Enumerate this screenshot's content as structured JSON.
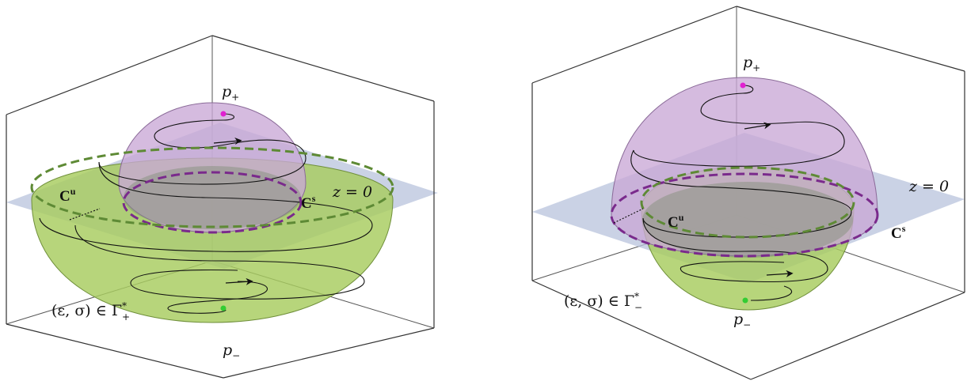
{
  "panels": [
    {
      "id": "left",
      "condition": {
        "main": "(ε, σ) ∈ Γ",
        "sup": "*",
        "sub": "+"
      },
      "labels": {
        "p_plus": {
          "base": "p",
          "sub": "+"
        },
        "p_minus": {
          "base": "p",
          "sub": "−"
        },
        "c_u": {
          "base": "C",
          "sup": "u"
        },
        "c_s": {
          "base": "C",
          "sup": "s"
        },
        "plane": "z = 0"
      }
    },
    {
      "id": "right",
      "condition": {
        "main": "(ε, σ) ∈ Γ",
        "sup": "*",
        "sub": "−"
      },
      "labels": {
        "p_plus": {
          "base": "p",
          "sub": "+"
        },
        "p_minus": {
          "base": "p",
          "sub": "−"
        },
        "c_u": {
          "base": "C",
          "sup": "u"
        },
        "c_s": {
          "base": "C",
          "sup": "s"
        },
        "plane": "z = 0"
      }
    }
  ],
  "colors": {
    "upper_dome": "#c9a8d6",
    "lower_bowl": "#a7cc5e",
    "plane": "#b8c3dc",
    "stable_curve": "#7a2a8c",
    "unstable_curve": "#5e8a35",
    "p_plus_point": "#e020d0",
    "p_minus_point": "#33cc33",
    "trajectory": "#111111",
    "box": "#333333"
  }
}
